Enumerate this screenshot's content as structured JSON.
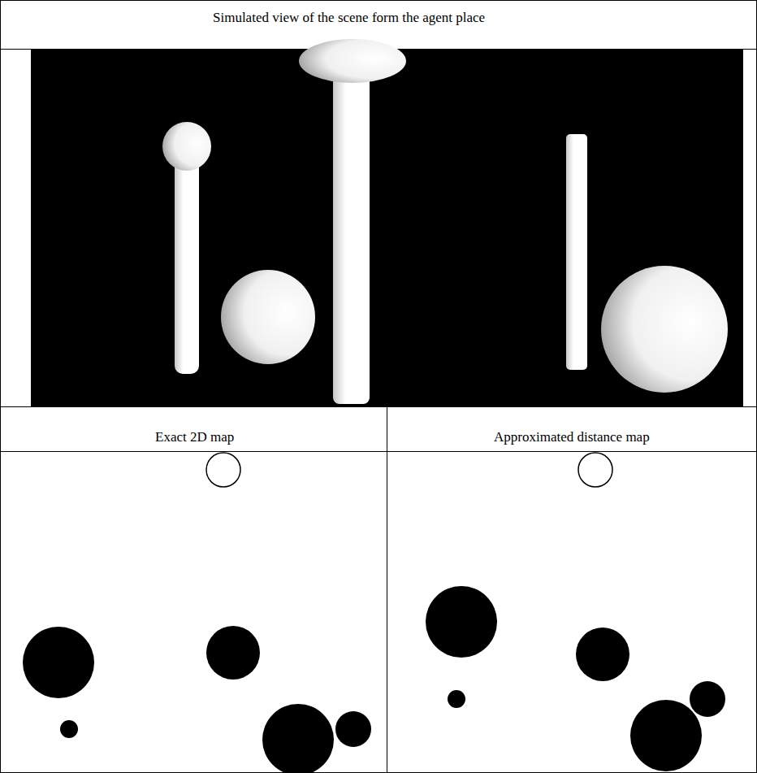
{
  "diagram": {
    "labels": [
      "Simulated view of the scene form the agent place",
      "Exact 2D map",
      "Approximated distance map"
    ]
  }
}
